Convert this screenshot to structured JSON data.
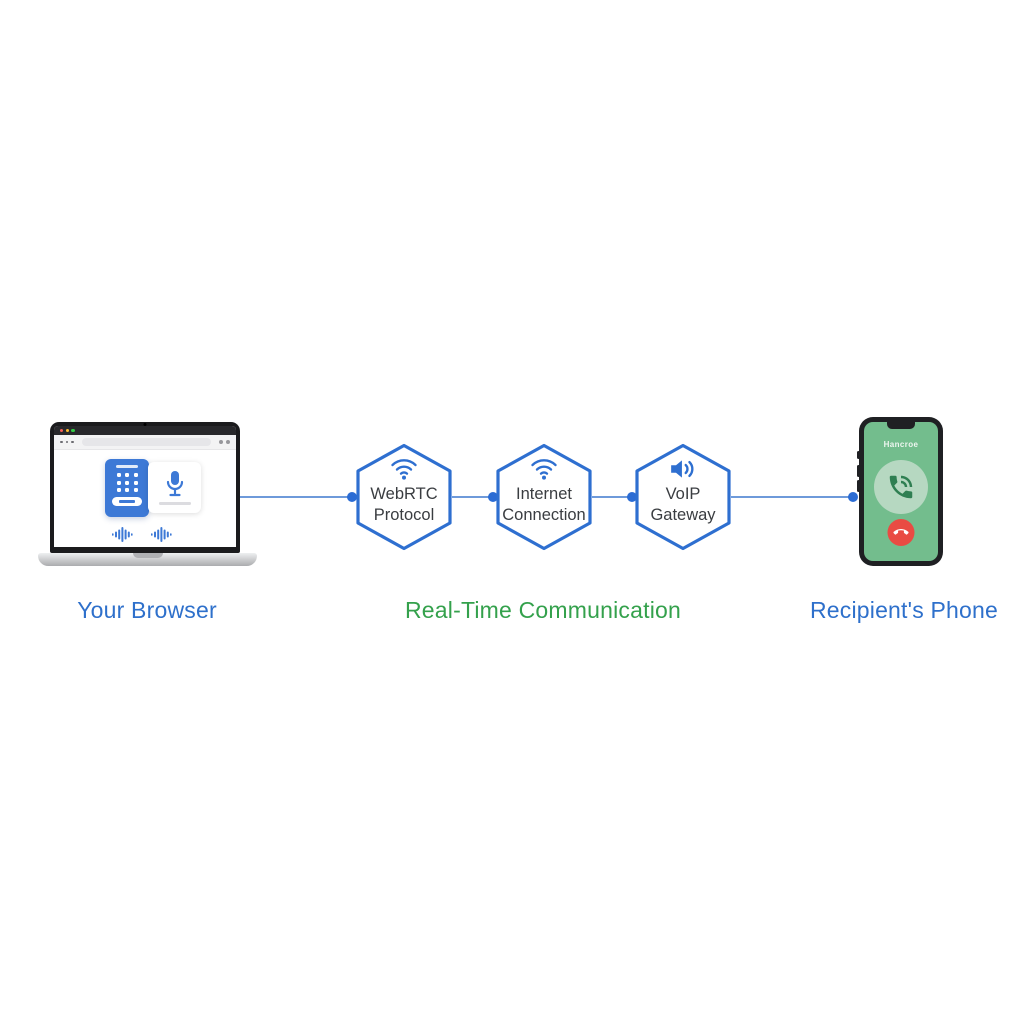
{
  "captions": {
    "browser": "Your Browser",
    "middle": "Real-Time Communication",
    "phone": "Recipient's Phone"
  },
  "nodes": [
    {
      "label": "WebRTC Protocol",
      "icon": "wifi-icon"
    },
    {
      "label": "Internet Connection",
      "icon": "wifi-icon"
    },
    {
      "label": "VoIP Gateway",
      "icon": "speaker-icon"
    }
  ],
  "phone": {
    "caller_name": "Hancroe"
  },
  "colors": {
    "accent_blue": "#2e6fd0",
    "caption_blue": "#2e70cb",
    "caption_green": "#34a14c",
    "connector_line": "#6e9ada",
    "connector_dot": "#2b6cd4",
    "card_blue": "#3d79d6",
    "phone_screen_green": "#73bd8d",
    "answer_circle_green": "#b6d8c1",
    "answer_icon_green": "#2f7f52",
    "decline_red": "#e94b43"
  }
}
